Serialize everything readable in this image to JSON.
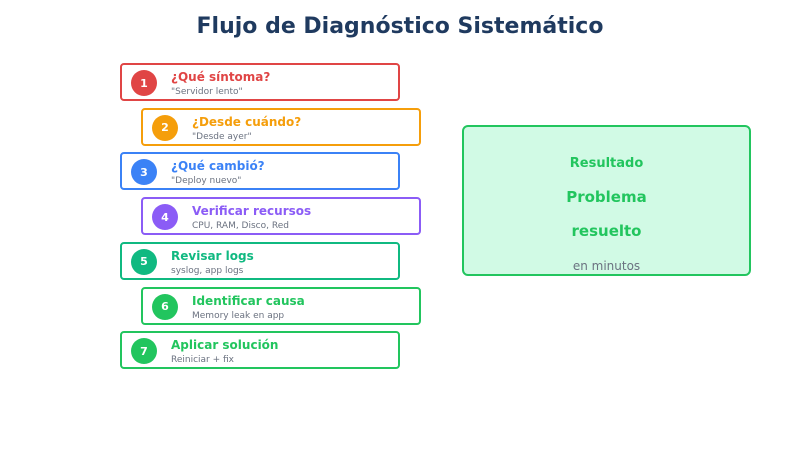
{
  "title": "Flujo de Diagnóstico Sistemático",
  "steps": [
    {
      "num": "1",
      "title": "¿Qué síntoma?",
      "desc": "\"Servidor lento\"",
      "color": "#e04545"
    },
    {
      "num": "2",
      "title": "¿Desde cuándo?",
      "desc": "\"Desde ayer\"",
      "color": "#f59e0b"
    },
    {
      "num": "3",
      "title": "¿Qué cambió?",
      "desc": "\"Deploy nuevo\"",
      "color": "#3b82f6"
    },
    {
      "num": "4",
      "title": "Verificar recursos",
      "desc": "CPU, RAM, Disco, Red",
      "color": "#8b5cf6"
    },
    {
      "num": "5",
      "title": "Revisar logs",
      "desc": "syslog, app logs",
      "color": "#10b981"
    },
    {
      "num": "6",
      "title": "Identificar causa",
      "desc": "Memory leak en app",
      "color": "#22c55e"
    },
    {
      "num": "7",
      "title": "Aplicar solución",
      "desc": "Reiniciar + fix",
      "color": "#22c55e"
    }
  ],
  "result": {
    "title": "Resultado",
    "line1": "Problema",
    "line2": "resuelto",
    "note": "en minutos",
    "color": "#22c55e",
    "fill": "#d1fae5"
  }
}
